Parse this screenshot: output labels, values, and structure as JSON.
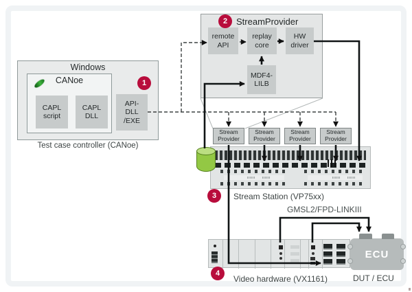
{
  "badges": {
    "one": "1",
    "two": "2",
    "three": "3",
    "four": "4"
  },
  "windows": {
    "title": "Windows",
    "canoe_title": "CANoe",
    "capl_script": "CAPL\nscript",
    "capl_dll": "CAPL\nDLL",
    "api_dll_exe": "API-\nDLL\n/EXE",
    "caption": "Test case controller (CANoe)"
  },
  "stream_provider": {
    "title": "StreamProvider",
    "remote_api": "remote\nAPI",
    "replay_core": "replay\ncore",
    "hw_driver": "HW\ndriver",
    "mdf4_lilb": "MDF4-\nLILB"
  },
  "station": {
    "providers": [
      "Stream\nProvider",
      "Stream\nProvider",
      "Stream\nProvider",
      "Stream\nProvider"
    ],
    "caption": "Stream Station (VP75xx)"
  },
  "link_label": "GMSL2/FPD-LINKIII",
  "video": {
    "caption": "Video hardware (VX1161)"
  },
  "ecu": {
    "label": "ECU",
    "caption": "DUT / ECU"
  },
  "colors": {
    "badge_red": "#b80d3c",
    "cylinder_green": "#93c844",
    "box_gray": "#c7cbcb",
    "panel_gray": "#e2e5e5"
  }
}
